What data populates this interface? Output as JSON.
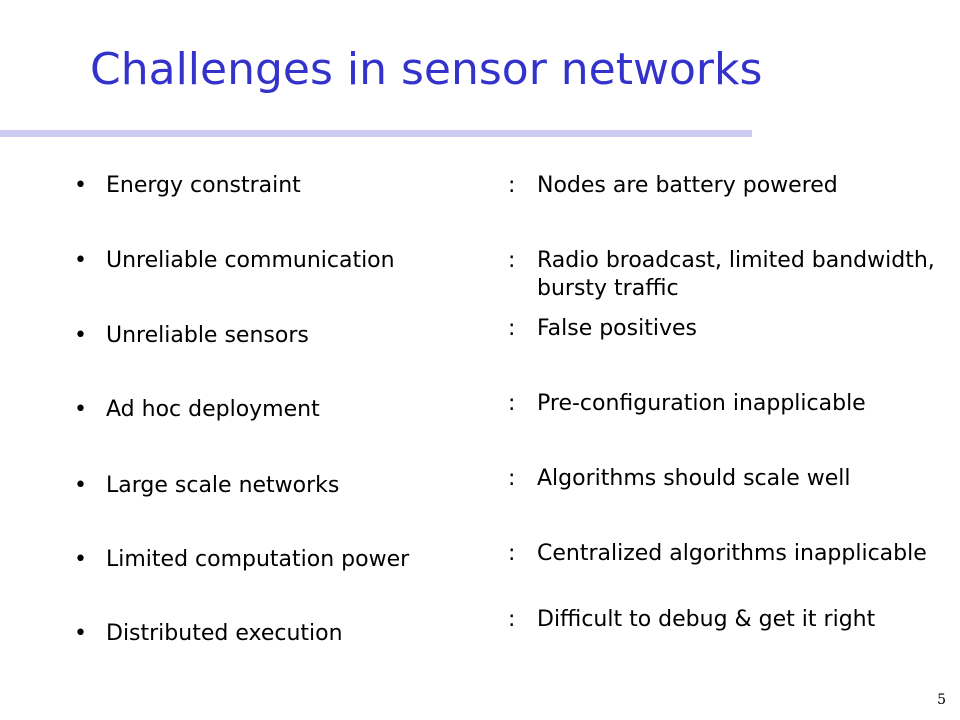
{
  "slide": {
    "title": "Challenges in sensor networks",
    "bullet_symbol": "•",
    "separator": ":",
    "page_number": "5",
    "rows": [
      {
        "label": "Energy constraint",
        "description": "Nodes are battery powered"
      },
      {
        "label": "Unreliable communication",
        "description": "Radio broadcast, limited bandwidth, bursty traffic"
      },
      {
        "label": "Unreliable sensors",
        "description": "False positives"
      },
      {
        "label": "Ad hoc deployment",
        "description": "Pre-configuration inapplicable"
      },
      {
        "label": "Large scale networks",
        "description": "Algorithms should scale well"
      },
      {
        "label": "Limited computation power",
        "description": "Centralized algorithms inapplicable"
      },
      {
        "label": "Distributed execution",
        "description": "Difficult to debug & get it right"
      }
    ]
  },
  "colors": {
    "title": "#3333cc",
    "rule": "#ccccf2",
    "text": "#000000"
  }
}
